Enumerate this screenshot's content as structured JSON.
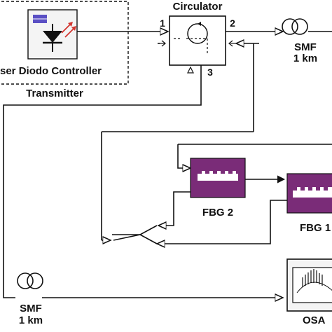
{
  "labels": {
    "controller": "ser Diodo Controller",
    "transmitter": "Transmitter",
    "circulator": "Circulator",
    "port1": "1",
    "port2": "2",
    "port3": "3",
    "smf_top_name": "SMF",
    "smf_top_len": "1 km",
    "smf_bottom_name": "SMF",
    "smf_bottom_len": "1 km",
    "fbg2": "FBG 2",
    "fbg1": "FBG 1",
    "osa": "OSA"
  },
  "colors": {
    "fbg_fill": "#7a2c78",
    "laser_diode_stripe": "#5a4fc4",
    "laser_arrow": "#d2352f"
  },
  "icons": {
    "laser_diode": "laser-diode-icon",
    "circulator": "circulator-icon",
    "fiber_spool": "fiber-spool-icon",
    "grating": "bragg-grating-icon",
    "osa": "spectrum-analyzer-icon"
  }
}
